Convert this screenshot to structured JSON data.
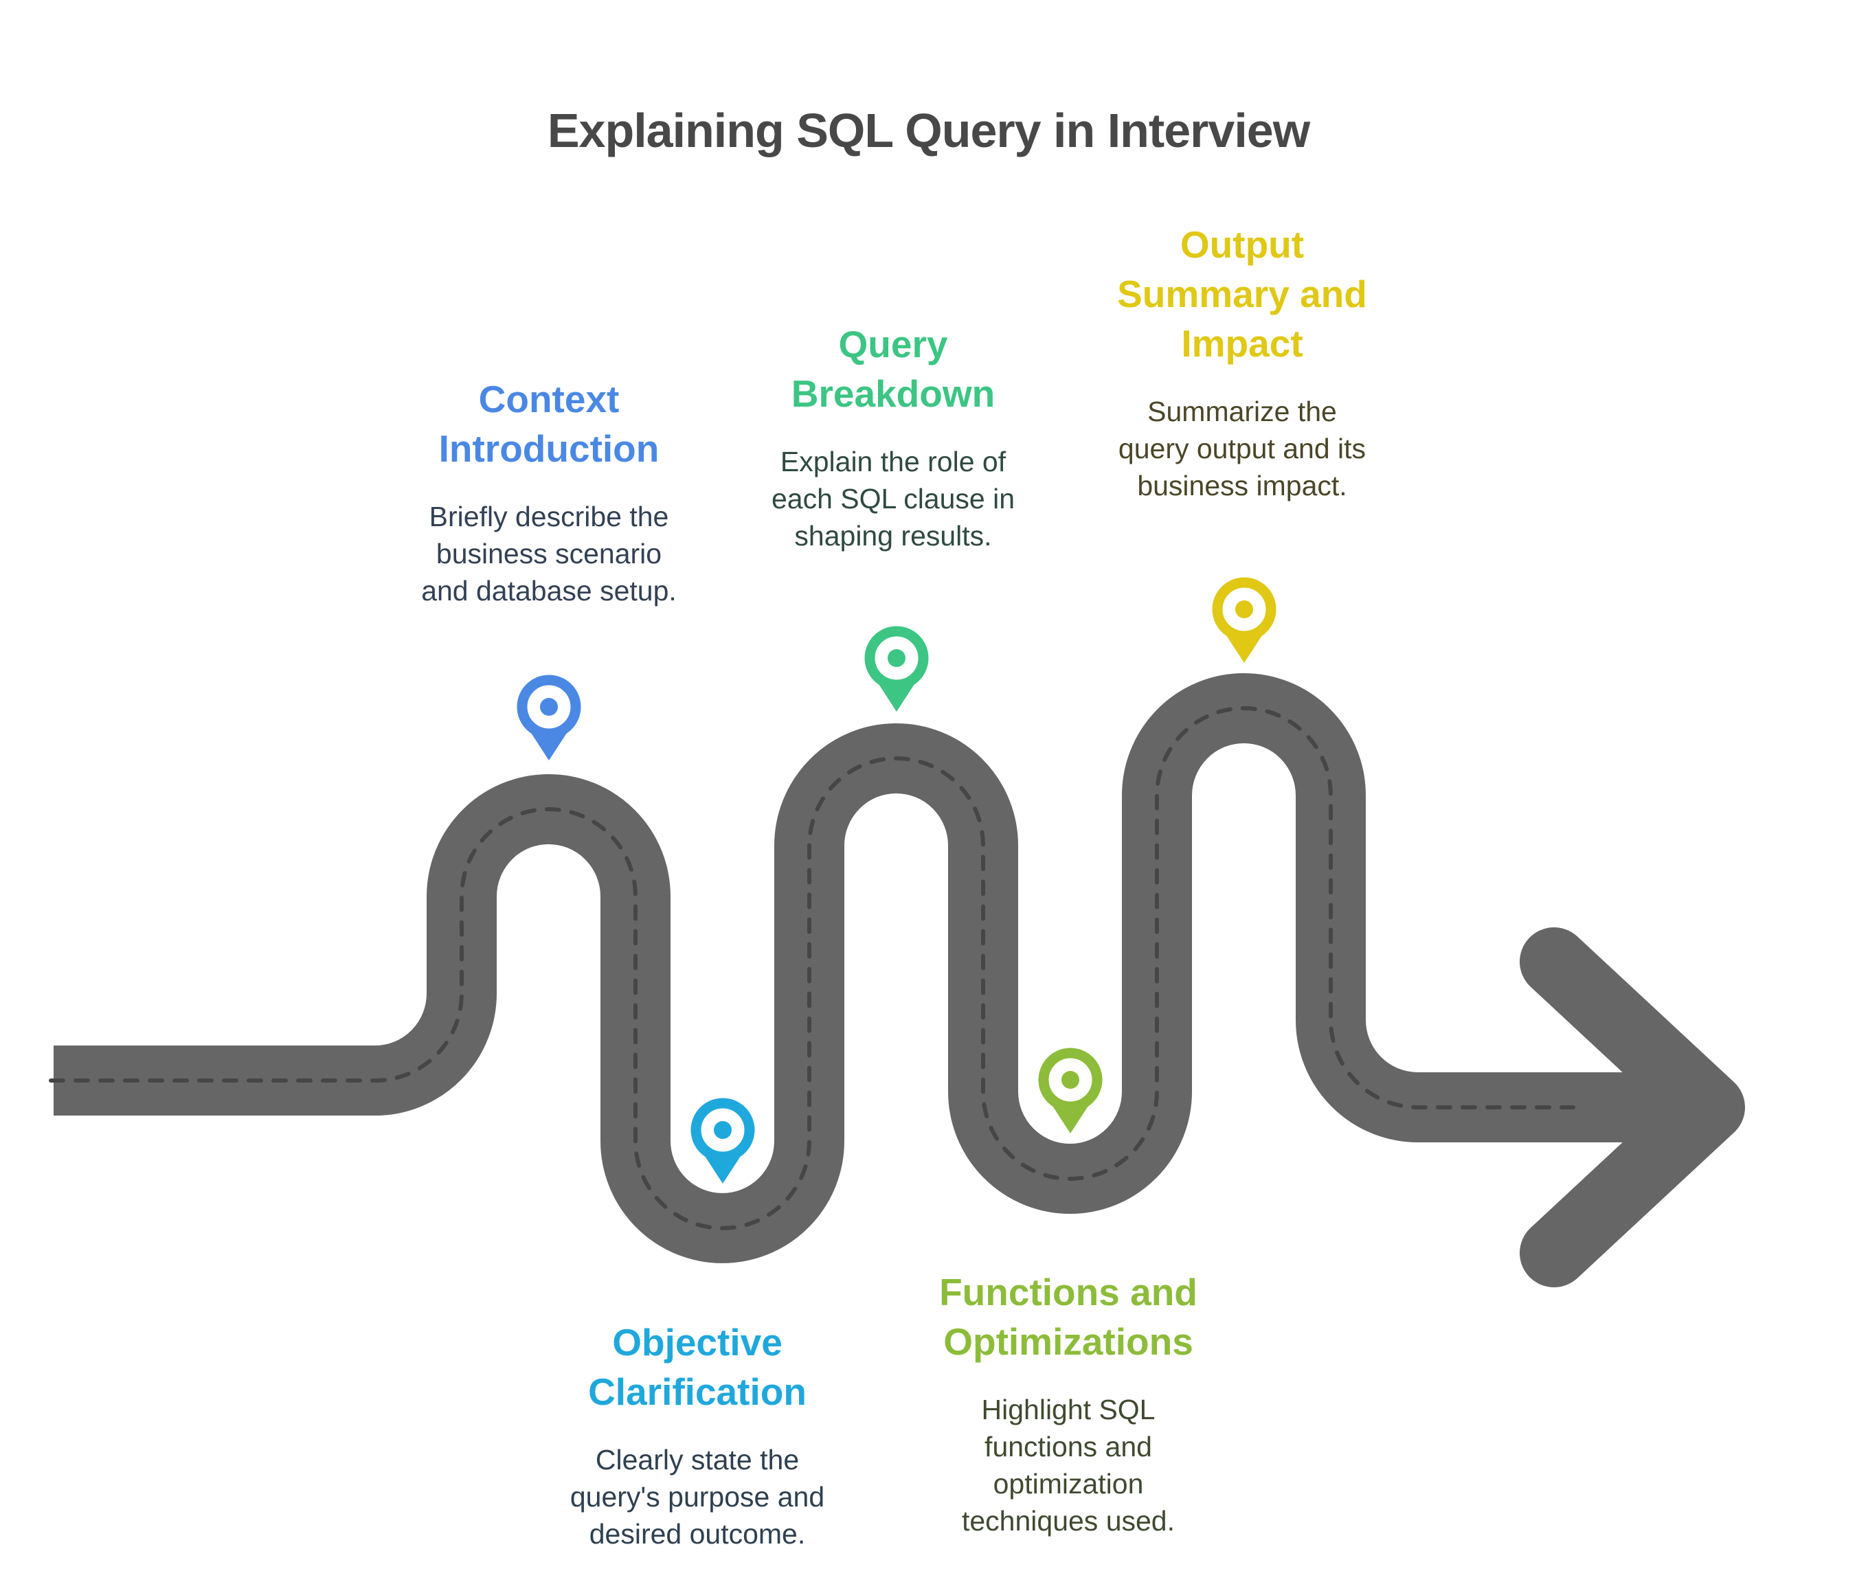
{
  "title": "Explaining SQL Query in Interview",
  "colors": {
    "road": "#666666",
    "road_dash": "#464646",
    "title": "#484848"
  },
  "steps": [
    {
      "heading": [
        "Context",
        "Introduction"
      ],
      "body": [
        "Briefly describe the",
        "business scenario",
        "and database setup."
      ],
      "color": "#4a88e4",
      "body_color": "#334155",
      "icon": "map-pin-icon"
    },
    {
      "heading": [
        "Objective",
        "Clarification"
      ],
      "body": [
        "Clearly state the",
        "query's purpose and",
        "desired outcome."
      ],
      "color": "#1fa8dc",
      "body_color": "#2e4050",
      "icon": "map-pin-icon"
    },
    {
      "heading": [
        "Query",
        "Breakdown"
      ],
      "body": [
        "Explain the role of",
        "each SQL clause in",
        "shaping results."
      ],
      "color": "#3cc583",
      "body_color": "#2f4a40",
      "icon": "map-pin-icon"
    },
    {
      "heading": [
        "Functions and",
        "Optimizations"
      ],
      "body": [
        "Highlight SQL",
        "functions and",
        "optimization",
        "techniques used."
      ],
      "color": "#8cbc3a",
      "body_color": "#3f4a30",
      "icon": "map-pin-icon"
    },
    {
      "heading": [
        "Output",
        "Summary and",
        "Impact"
      ],
      "body": [
        "Summarize the",
        "query output and its",
        "business impact."
      ],
      "color": "#e0c814",
      "body_color": "#4a4628",
      "icon": "map-pin-icon"
    }
  ]
}
